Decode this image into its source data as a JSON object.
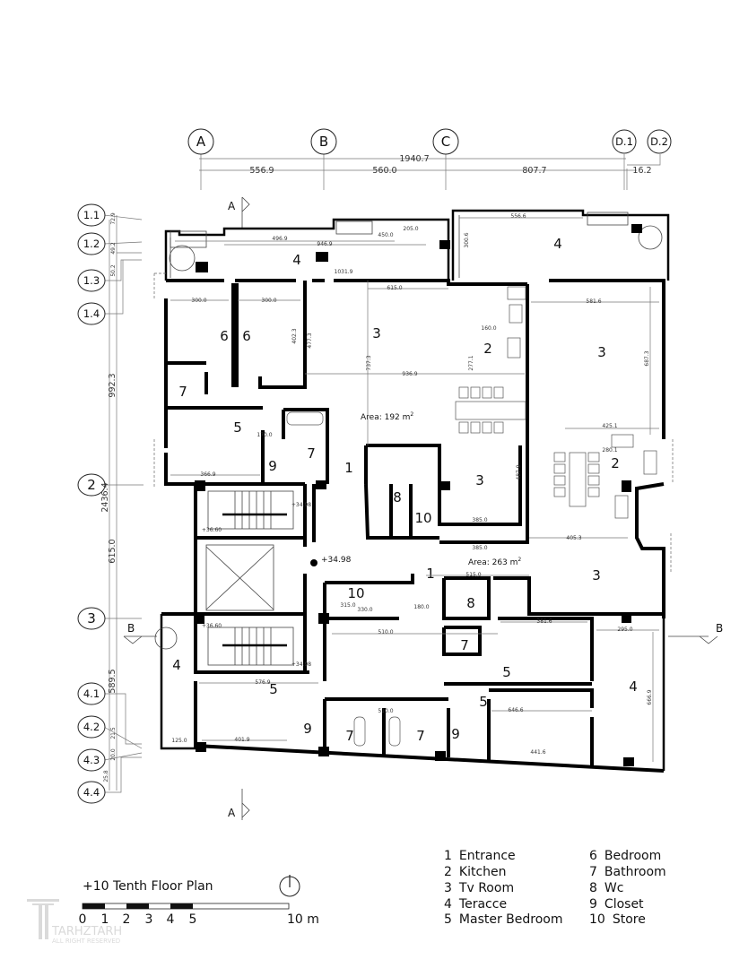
{
  "plan": {
    "title": "+10  Tenth Floor Plan",
    "grid_columns": [
      "A",
      "B",
      "C",
      "D.1",
      "D.2"
    ],
    "grid_rows": [
      "1.1",
      "1.2",
      "1.3",
      "1.4",
      "2",
      "3",
      "4.1",
      "4.2",
      "4.3",
      "4.4"
    ],
    "column_dims": {
      "total": "1940.7",
      "a_b": "556.9",
      "b_c": "560.0",
      "c_d1": "807.7",
      "d1_d2": "16.2"
    },
    "row_dims": {
      "total": "2436.4",
      "r11_12": "72.9",
      "r12_13": "49.2",
      "r13_14": "50.2",
      "r14_2": "992.3",
      "r2_3": "615.0",
      "r3_41": "589.5",
      "r42_43": "21.5",
      "r43_44": "20.0",
      "r44": "25.8"
    },
    "section_marks": {
      "a": "A",
      "b": "B"
    },
    "rooms": [
      "4",
      "4",
      "6",
      "6",
      "3",
      "2",
      "3",
      "7",
      "5",
      "7",
      "9",
      "1",
      "3",
      "8",
      "10",
      "2",
      "1",
      "3",
      "10",
      "8",
      "7",
      "5",
      "4",
      "5",
      "5",
      "4",
      "9",
      "7",
      "7",
      "9"
    ],
    "areas": [
      "Area: 192 m",
      "Area: 263 m"
    ],
    "area_sup": "2",
    "elevations": [
      "+34.98",
      "+36.60",
      "+34.98",
      "+36.60",
      "+34.98"
    ],
    "dims": [
      "496.9",
      "946.9",
      "1031.9",
      "205.0",
      "450.0",
      "556.6",
      "300.0",
      "300.0",
      "615.0",
      "936.9",
      "581.6",
      "737.3",
      "687.3",
      "425.1",
      "385.0",
      "487.9",
      "405.3",
      "515.0",
      "510.0",
      "576.9",
      "401.9",
      "646.6",
      "441.6",
      "381.6",
      "295.0",
      "666.9",
      "170.0",
      "330.0",
      "315.0",
      "366.9",
      "160.0",
      "280.1",
      "385.0",
      "180.0",
      "510.0",
      "125.0",
      "300.6",
      "277.1",
      "477.3",
      "402.3"
    ]
  },
  "scale_bar": {
    "ticks": [
      "0",
      "1",
      "2",
      "3",
      "4",
      "5"
    ],
    "end": "10 m"
  },
  "legend": [
    {
      "num": "1",
      "label": "Entrance"
    },
    {
      "num": "2",
      "label": "Kitchen"
    },
    {
      "num": "3",
      "label": "Tv Room"
    },
    {
      "num": "4",
      "label": "Teracce"
    },
    {
      "num": "5",
      "label": "Master Bedroom"
    },
    {
      "num": "6",
      "label": "Bedroom"
    },
    {
      "num": "7",
      "label": "Bathroom"
    },
    {
      "num": "8",
      "label": "Wc"
    },
    {
      "num": "9",
      "label": "Closet"
    },
    {
      "num": "10",
      "label": "Store"
    }
  ],
  "watermark": {
    "brand": "TARHZTARH",
    "rights": "ALL RIGHT RESERVED"
  }
}
